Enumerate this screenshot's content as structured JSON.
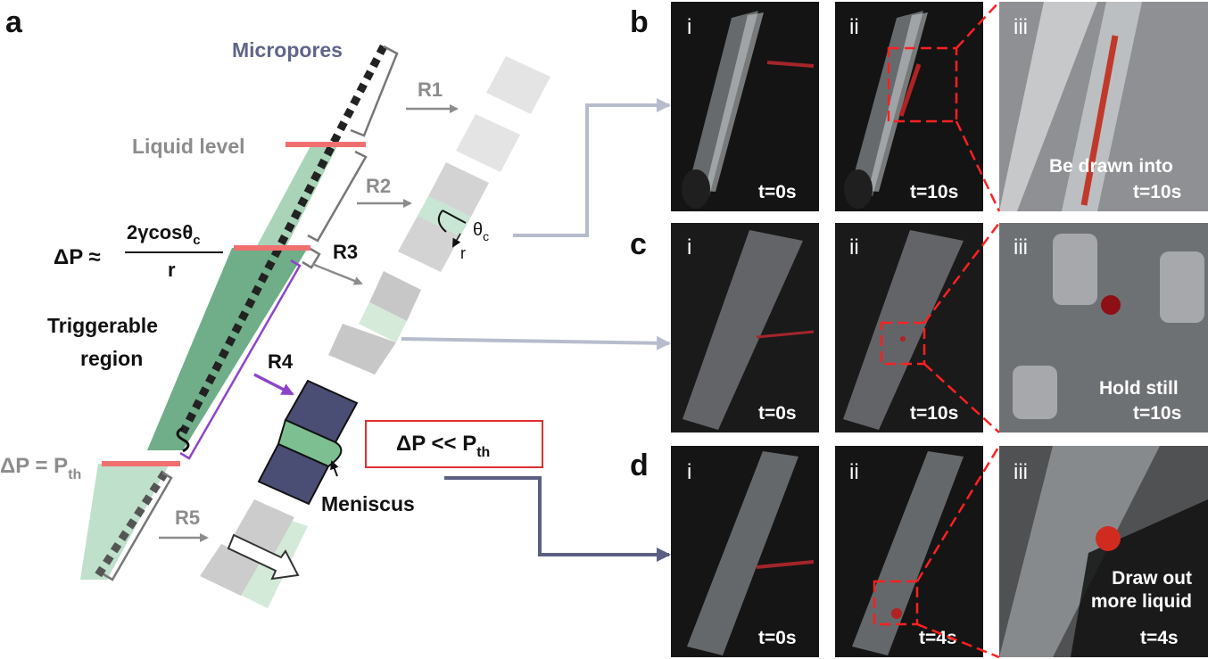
{
  "panel_letters": {
    "a": "a",
    "b": "b",
    "c": "c",
    "d": "d"
  },
  "schematic": {
    "micropores": "Micropores",
    "liquid_level": "Liquid level",
    "triggerable_line1": "Triggerable",
    "triggerable_line2": "region",
    "delta_p_lhs": "ΔP ≈",
    "formula_numerator": "2γcosθ",
    "formula_numerator_sub": "c",
    "formula_denominator": "r",
    "threshold_eq": "ΔP = P",
    "threshold_sub": "th",
    "regions": [
      "R1",
      "R2",
      "R3",
      "R4",
      "R5"
    ],
    "theta_label": "θ",
    "theta_sub": "c",
    "r_label": "r",
    "meniscus": "Meniscus",
    "box_text": "ΔP << P",
    "box_sub": "th"
  },
  "photo_grid": {
    "rows": [
      {
        "letter": "b",
        "cells": [
          {
            "roman": "i",
            "time": "t=0s",
            "caption": ""
          },
          {
            "roman": "ii",
            "time": "t=10s",
            "caption": ""
          },
          {
            "roman": "iii",
            "time": "t=10s",
            "caption": "Be drawn into"
          }
        ]
      },
      {
        "letter": "c",
        "cells": [
          {
            "roman": "i",
            "time": "t=0s",
            "caption": ""
          },
          {
            "roman": "ii",
            "time": "t=10s",
            "caption": ""
          },
          {
            "roman": "iii",
            "time": "t=10s",
            "caption": "Hold still"
          }
        ]
      },
      {
        "letter": "d",
        "cells": [
          {
            "roman": "i",
            "time": "t=0s",
            "caption": ""
          },
          {
            "roman": "ii",
            "time": "t=4s",
            "caption": ""
          },
          {
            "roman": "iii",
            "time": "t=4s",
            "caption": "Draw out more liquid"
          }
        ]
      }
    ]
  },
  "colors": {
    "liquid_green": "#c9e5d3",
    "liquid_green_dark": "#6fae88",
    "level_red": "#f07070",
    "gray_text": "#8c8c8c",
    "navy": "#4a4e74",
    "purple": "#8e44c9",
    "box_red": "#e03030",
    "photo_bg": "#141414",
    "dashed_red": "#ff2020"
  }
}
